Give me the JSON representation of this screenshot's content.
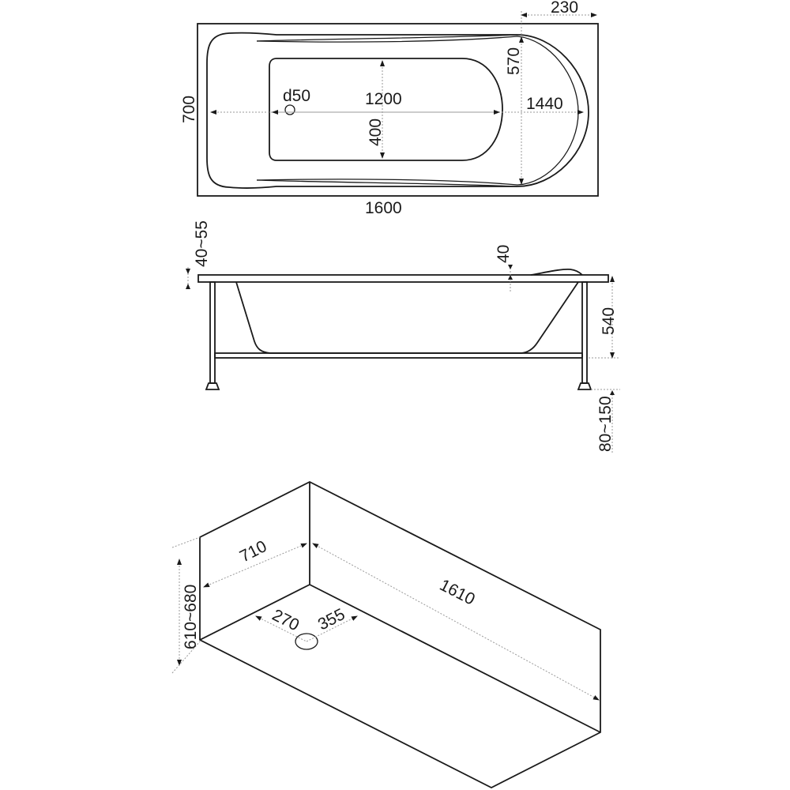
{
  "top_view": {
    "width_top_right": "230",
    "height_total": "700",
    "drain": "d50",
    "inner_length": "1200",
    "inner_width": "400",
    "rim_width": "570",
    "outer_inner_length": "1440",
    "length_total": "1600"
  },
  "side_view": {
    "rim_thickness": "40~55",
    "headrest_height": "40",
    "depth": "540",
    "leg_height": "80~150"
  },
  "niche_view": {
    "width": "710",
    "length": "1610",
    "height": "610~680",
    "drain_from_side": "270",
    "drain_from_back": "355"
  }
}
